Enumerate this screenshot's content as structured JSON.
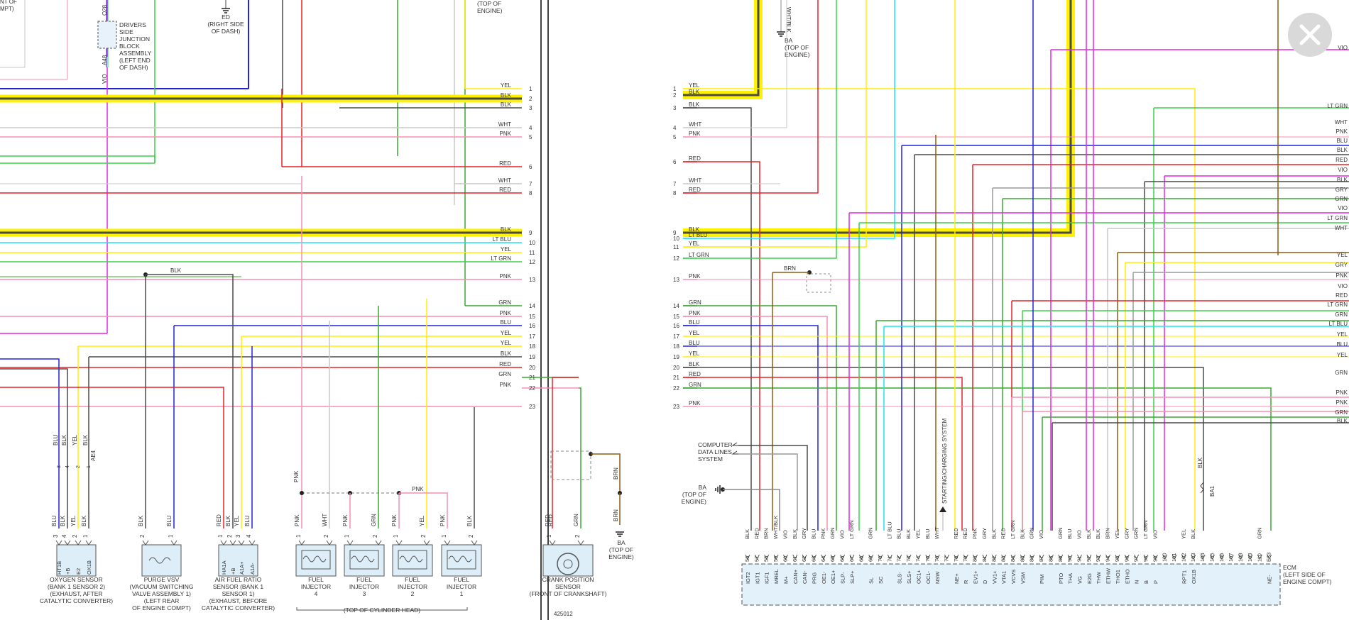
{
  "wire_colors": {
    "YEL": "#ffee00",
    "BLK": "#4a4a4a",
    "WHT": "#c8c8c8",
    "PNK": "#f58fb0",
    "RED": "#e8202a",
    "LT BLU": "#1ee3f5",
    "LT GRN": "#39d24a",
    "GRN": "#3aa832",
    "BLU": "#2222dd",
    "VIO": "#e626e6",
    "BRN": "#8a5a12",
    "GRY": "#9a9a9a",
    "WHT/BLK": "#888888"
  },
  "left_panel": {
    "top_left_label": "NT OF\nMPT)",
    "ed_ground": "ED\n(RIGHT SIDE\nOF DASH)",
    "top_engine_label": "(TOP OF\nENGINE)",
    "junction": "DRIVERS\nSIDE\nJUNCTION\nBLOCK\nASSEMBLY\n(LEFT END\nOF DASH)",
    "junction_pins": [
      "O28",
      "A48"
    ],
    "vio_label": "VIO",
    "splice_label": "BLK",
    "rows": [
      {
        "n": "1",
        "c": "YEL"
      },
      {
        "n": "2",
        "c": "BLK"
      },
      {
        "n": "3",
        "c": "BLK"
      },
      {
        "n": "4",
        "c": "WHT"
      },
      {
        "n": "5",
        "c": "PNK"
      },
      {
        "n": "6",
        "c": "RED"
      },
      {
        "n": "7",
        "c": "WHT"
      },
      {
        "n": "8",
        "c": "RED"
      },
      {
        "n": "9",
        "c": "BLK"
      },
      {
        "n": "10",
        "c": "LT BLU"
      },
      {
        "n": "11",
        "c": "YEL"
      },
      {
        "n": "12",
        "c": "LT GRN"
      },
      {
        "n": "13",
        "c": "PNK"
      },
      {
        "n": "14",
        "c": "GRN"
      },
      {
        "n": "15",
        "c": "PNK"
      },
      {
        "n": "16",
        "c": "BLU"
      },
      {
        "n": "17",
        "c": "YEL"
      },
      {
        "n": "18",
        "c": "YEL"
      },
      {
        "n": "19",
        "c": "BLK"
      },
      {
        "n": "20",
        "c": "RED"
      },
      {
        "n": "21",
        "c": "GRN"
      },
      {
        "n": "22",
        "c": "PNK"
      },
      {
        "n": "23",
        "c": ""
      }
    ],
    "components": [
      {
        "label": "OXYGEN SENSOR\n(BANK 1 SENSOR 2)\n(EXHAUST, AFTER\nCATALYTIC CONVERTER)",
        "pins": [
          {
            "num": "3",
            "wire": "BLU",
            "term": "HT1B"
          },
          {
            "num": "4",
            "wire": "BLK",
            "term": "+B"
          },
          {
            "num": "2",
            "wire": "YEL",
            "term": "E2"
          },
          {
            "num": "1",
            "wire": "BLK",
            "term": "OX1B"
          }
        ],
        "top_wires": [
          "BLU",
          "BLK",
          "YEL",
          "BLK"
        ],
        "extra": "AE4"
      },
      {
        "label": "PURGE VSV\n(VACUUM SWITCHING\nVALVE ASSEMBLY 1)\n(LEFT REAR\nOF ENGINE COMPT)",
        "pins": [
          {
            "num": "2",
            "wire": "BLK",
            "term": ""
          },
          {
            "num": "1",
            "wire": "BLU",
            "term": ""
          }
        ]
      },
      {
        "label": "AIR FUEL RATIO\nSENSOR (BANK 1\nSENSOR 1)\n(EXHAUST, BEFORE\nCATALYTIC CONVERTER)",
        "pins": [
          {
            "num": "1",
            "wire": "RED",
            "term": "HA1A"
          },
          {
            "num": "2",
            "wire": "BLK",
            "term": "+B"
          },
          {
            "num": "3",
            "wire": "YEL",
            "term": "A1A+"
          },
          {
            "num": "4",
            "wire": "BLU",
            "term": "A1A-"
          }
        ]
      },
      {
        "label": "FUEL\nINJECTOR\n4",
        "pins": [
          {
            "num": "1",
            "wire": "PNK"
          },
          {
            "num": "2",
            "wire": "WHT"
          }
        ]
      },
      {
        "label": "FUEL\nINJECTOR\n3",
        "pins": [
          {
            "num": "1",
            "wire": "PNK"
          },
          {
            "num": "2",
            "wire": "GRN"
          }
        ]
      },
      {
        "label": "FUEL\nINJECTOR\n2",
        "pins": [
          {
            "num": "1",
            "wire": "PNK"
          },
          {
            "num": "2",
            "wire": "YEL"
          }
        ]
      },
      {
        "label": "FUEL\nINJECTOR\n1",
        "pins": [
          {
            "num": "1",
            "wire": "PNK"
          },
          {
            "num": "2",
            "wire": "BLK"
          }
        ]
      },
      {
        "label": "CRANK POSITION\nSENSOR\n(FRONT OF CRANKSHAFT)",
        "pins": [
          {
            "num": "1",
            "wire": "RED"
          },
          {
            "num": "2",
            "wire": "GRN"
          }
        ]
      }
    ],
    "injector_splice_labels": [
      "PNK",
      "PNK"
    ],
    "cylinder_head": "(TOP OF CYLINDER HEAD)",
    "crank_shield": [
      "BRN",
      "BRN"
    ],
    "ba_ground": "BA\n(TOP OF\nENGINE)"
  },
  "right_panel": {
    "top_wire_label": "WHT/BLK",
    "ba_top": "BA\n(TOP OF\nENGINE)",
    "rows": [
      {
        "n": "1",
        "c": "YEL"
      },
      {
        "n": "2",
        "c": "BLK"
      },
      {
        "n": "3",
        "c": "BLK"
      },
      {
        "n": "4",
        "c": "WHT"
      },
      {
        "n": "5",
        "c": "PNK"
      },
      {
        "n": "6",
        "c": "RED"
      },
      {
        "n": "7",
        "c": "WHT"
      },
      {
        "n": "8",
        "c": "RED"
      },
      {
        "n": "9",
        "c": "BLK"
      },
      {
        "n": "10",
        "c": "LT BLU"
      },
      {
        "n": "11",
        "c": "YEL"
      },
      {
        "n": "12",
        "c": "LT GRN"
      },
      {
        "n": "13",
        "c": "PNK"
      },
      {
        "n": "14",
        "c": "GRN"
      },
      {
        "n": "15",
        "c": "PNK"
      },
      {
        "n": "16",
        "c": "BLU"
      },
      {
        "n": "17",
        "c": "YEL"
      },
      {
        "n": "18",
        "c": "BLU"
      },
      {
        "n": "19",
        "c": "YEL"
      },
      {
        "n": "20",
        "c": "BLK"
      },
      {
        "n": "21",
        "c": "RED"
      },
      {
        "n": "22",
        "c": "GRN"
      },
      {
        "n": "23",
        "c": "PNK"
      }
    ],
    "right_edge_labels": [
      "VIO",
      "LT GRN",
      "WHT",
      "PNK",
      "BLU",
      "BLK",
      "RED",
      "VIO",
      "BLK",
      "GRY",
      "GRN",
      "VIO",
      "LT GRN",
      "WHT",
      "YEL",
      "GRY",
      "PNK",
      "VIO",
      "RED",
      "LT GRN",
      "GRN",
      "LT BLU",
      "YEL",
      "BLU",
      "YEL",
      "GRN",
      "PNK",
      "PNK",
      "GRN",
      "BLK"
    ],
    "brn_splice": "BRN",
    "data_lines": "COMPUTER\nDATA LINES\nSYSTEM",
    "ba_mid": "BA\n(TOP OF\nENGINE)",
    "starting": "STARTING/CHARGING SYSTEM",
    "blk_right": "BLK",
    "ba1": "BA1",
    "ecm_pins": [
      {
        "n": "56",
        "w": "BLK",
        "t": "IGT2"
      },
      {
        "n": "57",
        "w": "RED",
        "t": "IGT1"
      },
      {
        "n": "58",
        "w": "BRN",
        "t": "IGF1"
      },
      {
        "n": "59",
        "w": "WHT/BLK",
        "t": "MREL"
      },
      {
        "n": "60",
        "w": "VIO",
        "t": "M+"
      },
      {
        "n": "61",
        "w": "BLK",
        "t": "CAN+"
      },
      {
        "n": "62",
        "w": "GRY",
        "t": "CAN-"
      },
      {
        "n": "63",
        "w": "BLU",
        "t": "PRG"
      },
      {
        "n": "64",
        "w": "PNK",
        "t": "OE1-"
      },
      {
        "n": "65",
        "w": "GRN",
        "t": "OE1+"
      },
      {
        "n": "66",
        "w": "VIO",
        "t": "SLP-"
      },
      {
        "n": "67",
        "w": "LT GRN",
        "t": "SLP+"
      },
      {
        "n": "68",
        "w": "",
        "t": ""
      },
      {
        "n": "69",
        "w": "GRN",
        "t": "SL"
      },
      {
        "n": "70",
        "w": "",
        "t": "SC"
      },
      {
        "n": "71",
        "w": "LT BLU",
        "t": ""
      },
      {
        "n": "72",
        "w": "BLU",
        "t": "SLS-"
      },
      {
        "n": "73",
        "w": "BLK",
        "t": "SLS+"
      },
      {
        "n": "74",
        "w": "YEL",
        "t": "OC1+"
      },
      {
        "n": "75",
        "w": "BLU",
        "t": "OC1-"
      },
      {
        "n": "76",
        "w": "WHT",
        "t": "NSW"
      },
      {
        "n": "77",
        "w": "",
        "t": ""
      },
      {
        "n": "78",
        "w": "RED",
        "t": "NE+"
      },
      {
        "n": "79",
        "w": "RED",
        "t": "R"
      },
      {
        "n": "80",
        "w": "PNK",
        "t": "EV1+"
      },
      {
        "n": "81",
        "w": "GRY",
        "t": "D"
      },
      {
        "n": "82",
        "w": "BLK",
        "t": "VV1+"
      },
      {
        "n": "83",
        "w": "RED",
        "t": "VTA1"
      },
      {
        "n": "84",
        "w": "LT GRN",
        "t": "VCVS"
      },
      {
        "n": "85",
        "w": "BLK",
        "t": "VSM"
      },
      {
        "n": "86",
        "w": "GRN",
        "t": ""
      },
      {
        "n": "87",
        "w": "VIO",
        "t": "PIM"
      },
      {
        "n": "88",
        "w": "",
        "t": ""
      },
      {
        "n": "89",
        "w": "GRN",
        "t": "PTO"
      },
      {
        "n": "90",
        "w": "BLU",
        "t": "THA"
      },
      {
        "n": "91",
        "w": "VIO",
        "t": "VG"
      },
      {
        "n": "92",
        "w": "BLK",
        "t": "E2G"
      },
      {
        "n": "93",
        "w": "BLK",
        "t": "THW"
      },
      {
        "n": "94",
        "w": "BRN",
        "t": "ETHW"
      },
      {
        "n": "95",
        "w": "YEL",
        "t": "THO1"
      },
      {
        "n": "96",
        "w": "GRY",
        "t": "ETHO"
      },
      {
        "n": "97",
        "w": "GRN",
        "t": "N"
      },
      {
        "n": "98",
        "w": "LT GRN",
        "t": "B"
      },
      {
        "n": "99",
        "w": "VIO",
        "t": "P"
      },
      {
        "n": "100",
        "w": "",
        "t": ""
      },
      {
        "n": "101",
        "w": "",
        "t": ""
      },
      {
        "n": "102",
        "w": "YEL",
        "t": "RPT1"
      },
      {
        "n": "103",
        "w": "BLK",
        "t": "OX1B"
      },
      {
        "n": "104",
        "w": "",
        "t": ""
      },
      {
        "n": "105",
        "w": "",
        "t": ""
      },
      {
        "n": "106",
        "w": "",
        "t": ""
      },
      {
        "n": "107",
        "w": "",
        "t": ""
      },
      {
        "n": "108",
        "w": "",
        "t": ""
      },
      {
        "n": "109",
        "w": "",
        "t": ""
      },
      {
        "n": "110",
        "w": "GRN",
        "t": ""
      },
      {
        "n": "E33",
        "w": "",
        "t": "NE-"
      }
    ],
    "ecm_label": "ECM\n(LEFT SIDE OF\nENGINE COMPT)",
    "figure_id": "425012"
  },
  "close_button": {
    "icon": "close-icon",
    "label": "Close"
  }
}
